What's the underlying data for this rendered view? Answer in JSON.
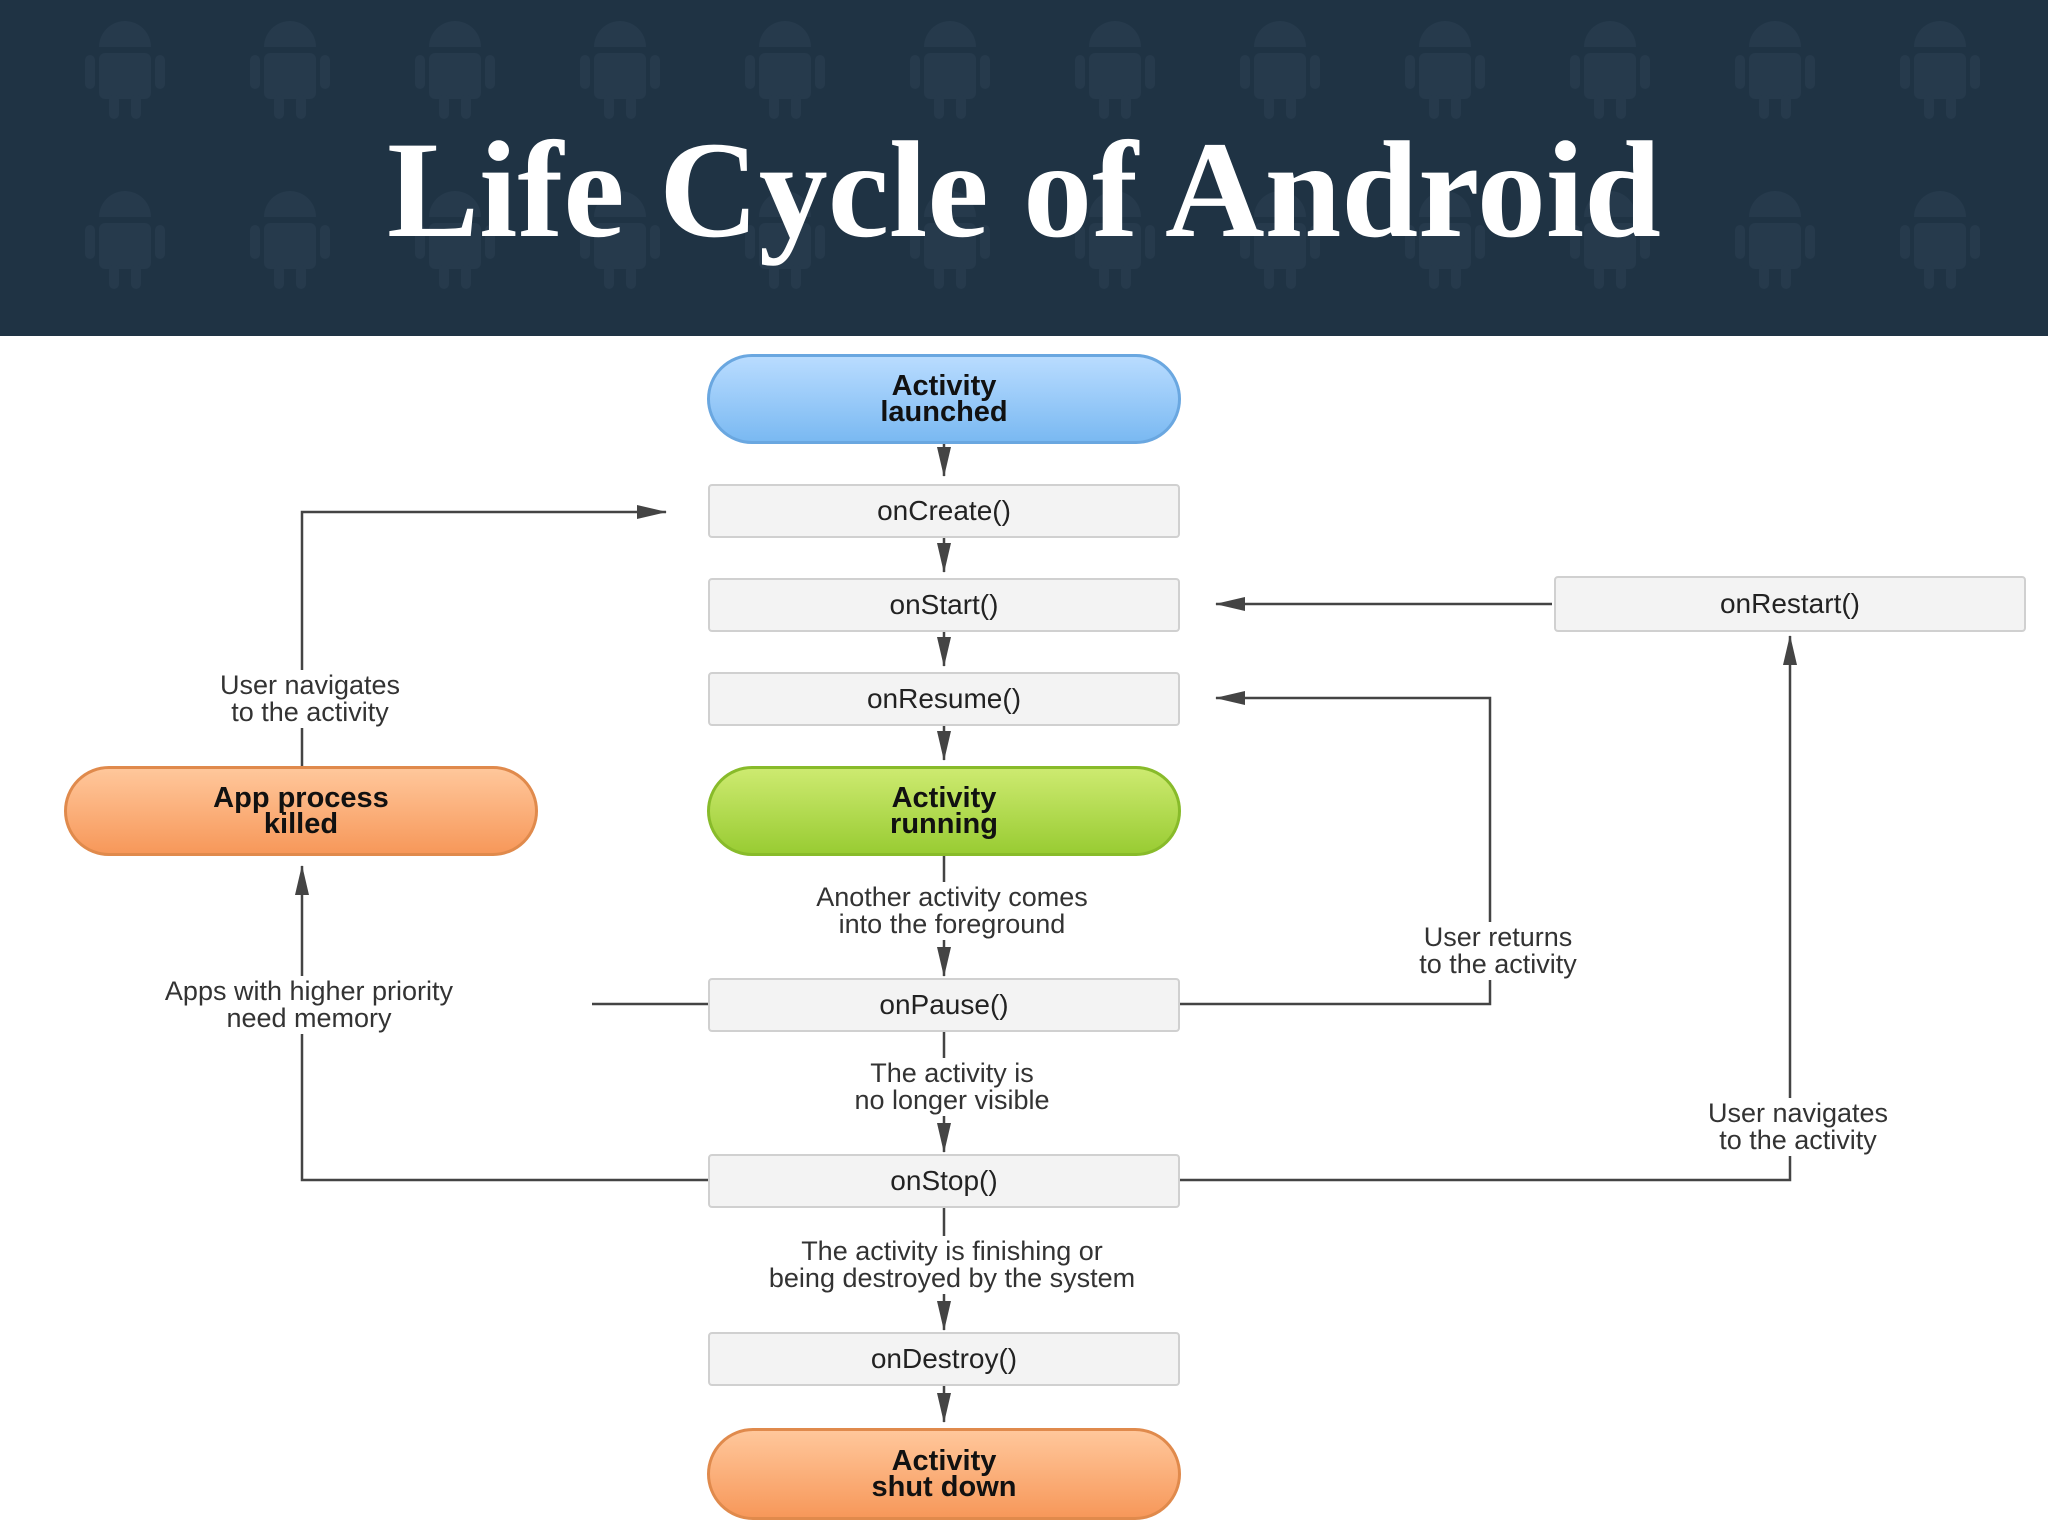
{
  "title": "Life Cycle of Android",
  "colors": {
    "header_bg": "#1f3344",
    "launched": "#8fc4f5",
    "running": "#a9d13f",
    "killed": "#f9a56a",
    "shutdown": "#f9a56a",
    "method_bg": "#f3f3f3",
    "arrow": "#444444"
  },
  "nodes": {
    "launched": "Activity\nlaunched",
    "on_create": "onCreate()",
    "on_start": "onStart()",
    "on_restart": "onRestart()",
    "on_resume": "onResume()",
    "running": "Activity\nrunning",
    "killed": "App process\nkilled",
    "on_pause": "onPause()",
    "on_stop": "onStop()",
    "on_destroy": "onDestroy()",
    "shutdown": "Activity\nshut down"
  },
  "notes": {
    "navigates_left": "User navigates\nto the activity",
    "another_activity": "Another activity comes\ninto the foreground",
    "user_returns": "User returns\nto the activity",
    "higher_priority": "Apps with higher priority\nneed memory",
    "no_longer_visible": "The activity is\nno longer visible",
    "navigates_right": "User navigates\nto the activity",
    "finishing": "The activity is finishing or\nbeing destroyed by the system"
  }
}
